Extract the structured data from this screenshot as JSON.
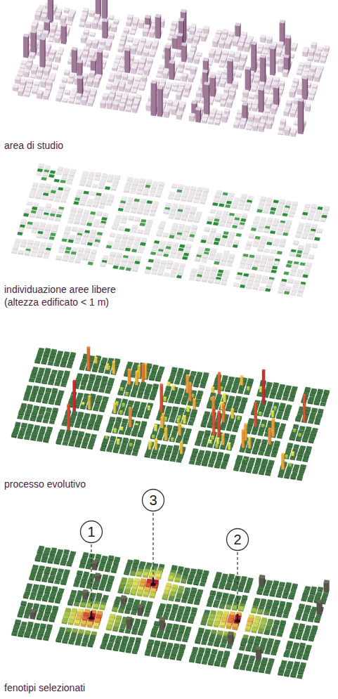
{
  "diagram": {
    "nodes": [
      {
        "text": [
          "1"
        ]
      },
      {
        "text": [
          "3"
        ]
      },
      {
        "text": [
          "2"
        ]
      }
    ],
    "labels": [
      "area di studio",
      "individuazione aree libere (altezza edificato < 1 m)",
      "processo evolutivo",
      "fenotipi selezionati"
    ]
  }
}
